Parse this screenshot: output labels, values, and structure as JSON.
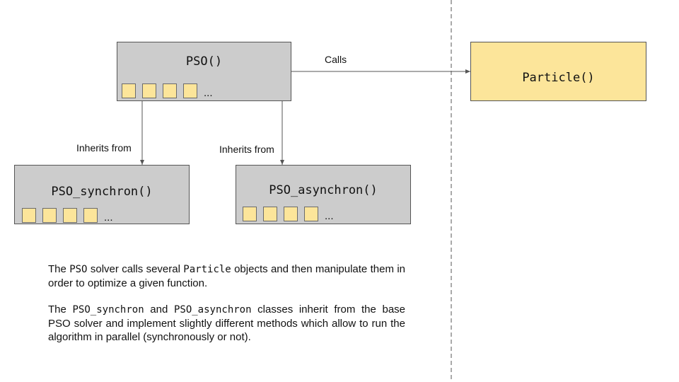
{
  "boxes": {
    "pso": {
      "title": "PSO()",
      "ellipsis": "..."
    },
    "particle": {
      "title": "Particle()"
    },
    "sync": {
      "title": "PSO_synchron()",
      "ellipsis": "..."
    },
    "async": {
      "title": "PSO_asynchron()",
      "ellipsis": "..."
    }
  },
  "edges": {
    "calls": "Calls",
    "inherits_sync": "Inherits from",
    "inherits_async": "Inherits from"
  },
  "description": {
    "p1": {
      "t1": "The ",
      "c1": "PSO",
      "t2": " solver calls several ",
      "c2": "Particle",
      "t3": " objects and then manipulate them in order to optimize a given function."
    },
    "p2": {
      "t1": "The ",
      "c1": "PSO_synchron",
      "t2": " and ",
      "c2": "PSO_asynchron",
      "t3": " classes inherit from the base PSO solver and implement slightly different methods which allow to run the algorithm in parallel (synchronously or not)."
    }
  },
  "colors": {
    "class_box": "#cccccc",
    "particle_box": "#fce59a",
    "cell": "#fce59a",
    "line": "#555555"
  }
}
